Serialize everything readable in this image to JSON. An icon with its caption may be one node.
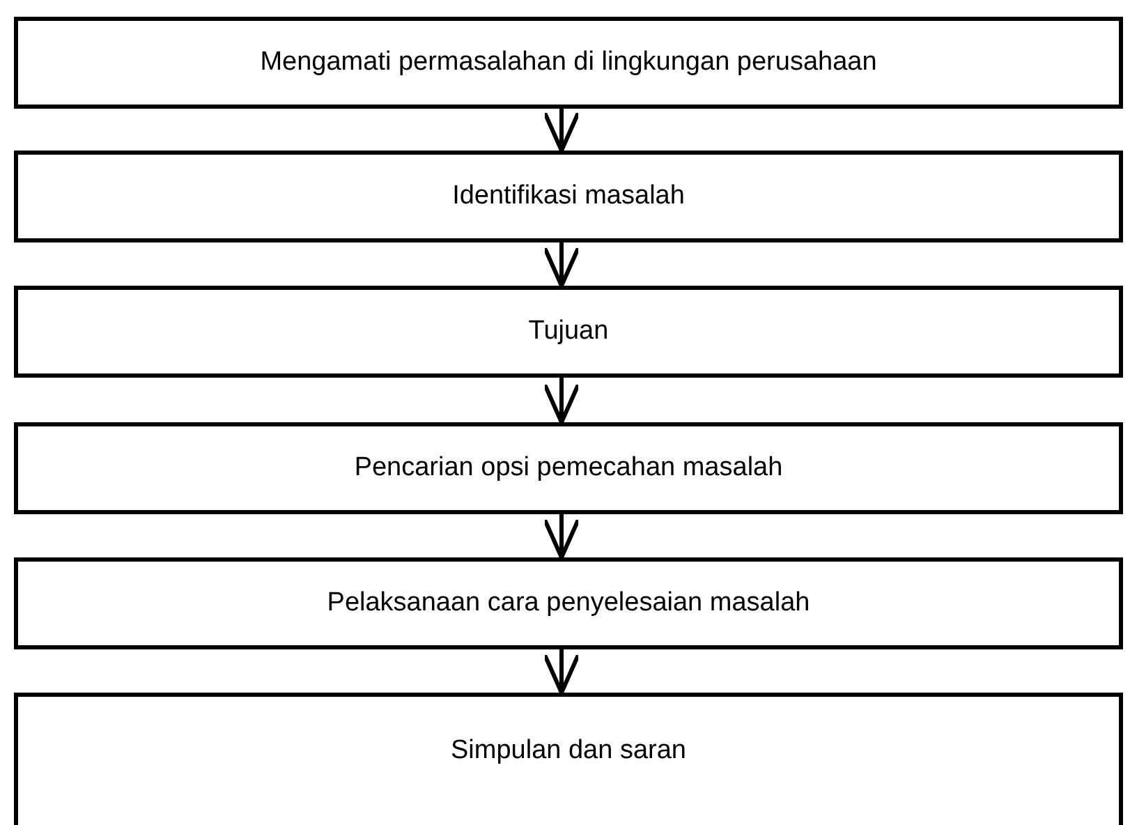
{
  "diagram": {
    "nodes": [
      {
        "text": [
          "Mengamati permasalahan di lingkungan perusahaan"
        ]
      },
      {
        "text": [
          "Identifikasi masalah"
        ]
      },
      {
        "text": [
          "Tujuan"
        ]
      },
      {
        "text": [
          "Pencarian opsi pemecahan masalah"
        ]
      },
      {
        "text": [
          "Pelaksanaan cara penyelesaian masalah"
        ]
      },
      {
        "text": [
          "Simpulan dan saran"
        ]
      }
    ],
    "edges": [
      {
        "from": 0,
        "to": 1,
        "arrow": "to"
      },
      {
        "from": 1,
        "to": 2,
        "arrow": "to"
      },
      {
        "from": 2,
        "to": 3,
        "arrow": "to"
      },
      {
        "from": 3,
        "to": 4,
        "arrow": "to"
      },
      {
        "from": 4,
        "to": 5,
        "arrow": "to"
      }
    ]
  }
}
